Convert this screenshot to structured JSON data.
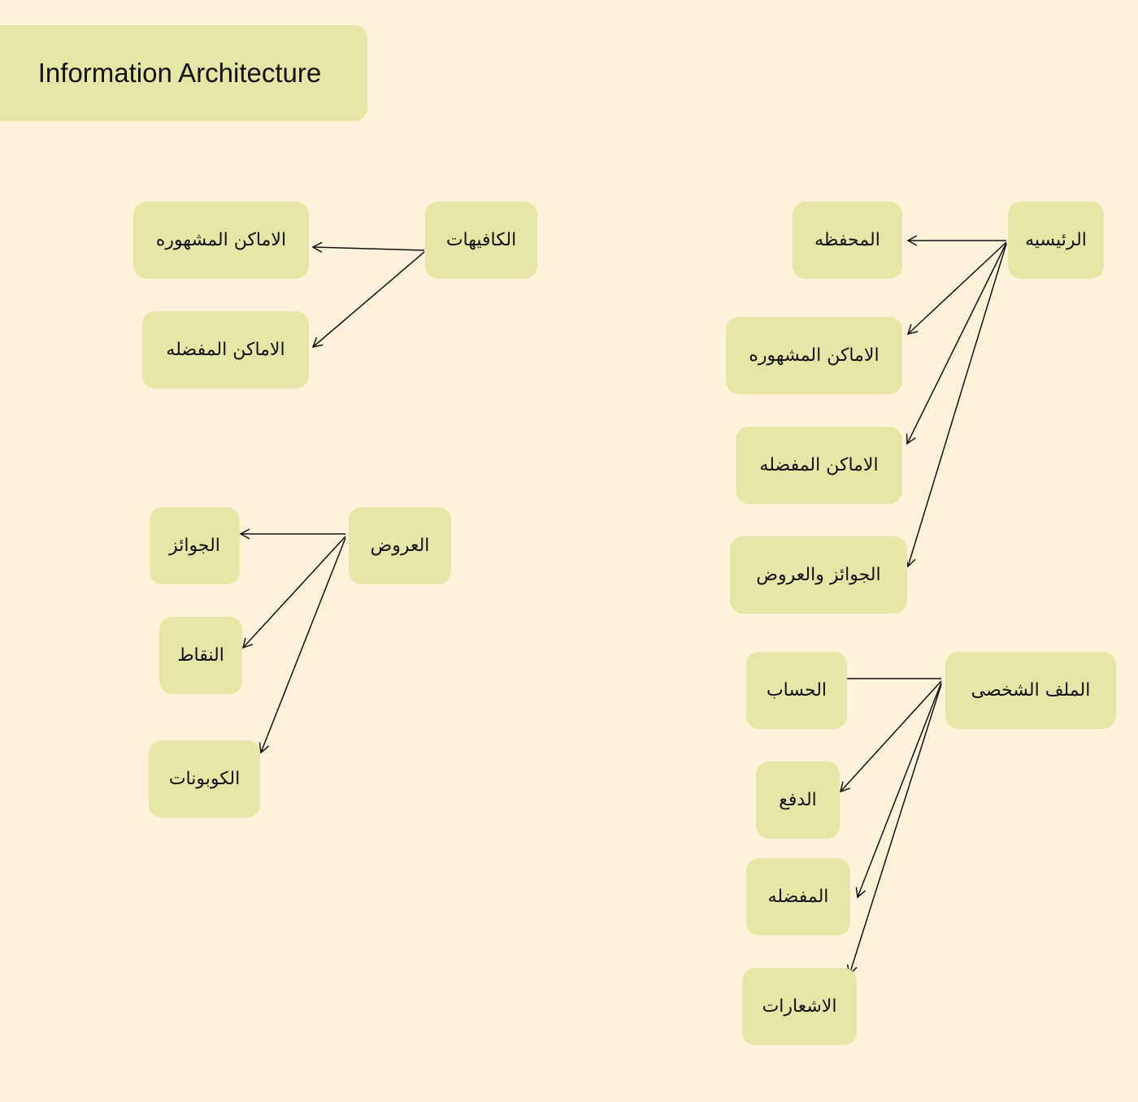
{
  "title": "Information Architecture",
  "groups": {
    "cafes": {
      "root": "الكافيهات",
      "children": [
        "الاماكن المشهوره",
        "الاماكن المفضله"
      ]
    },
    "offers": {
      "root": "العروض",
      "children": [
        "الجوائز",
        "النقاط",
        "الكوبونات"
      ]
    },
    "home": {
      "root": "الرئيسيه",
      "children": [
        "المحفظه",
        "الاماكن المشهوره",
        "الاماكن المفضله",
        "الجوائز والعروض"
      ]
    },
    "profile": {
      "root": "الملف الشخصى",
      "children": [
        "الحساب",
        "الدفع",
        "المفضله",
        "الاشعارات"
      ]
    }
  },
  "colors": {
    "background": "#fef2db",
    "node": "#e6e6a6",
    "line": "#111111"
  }
}
